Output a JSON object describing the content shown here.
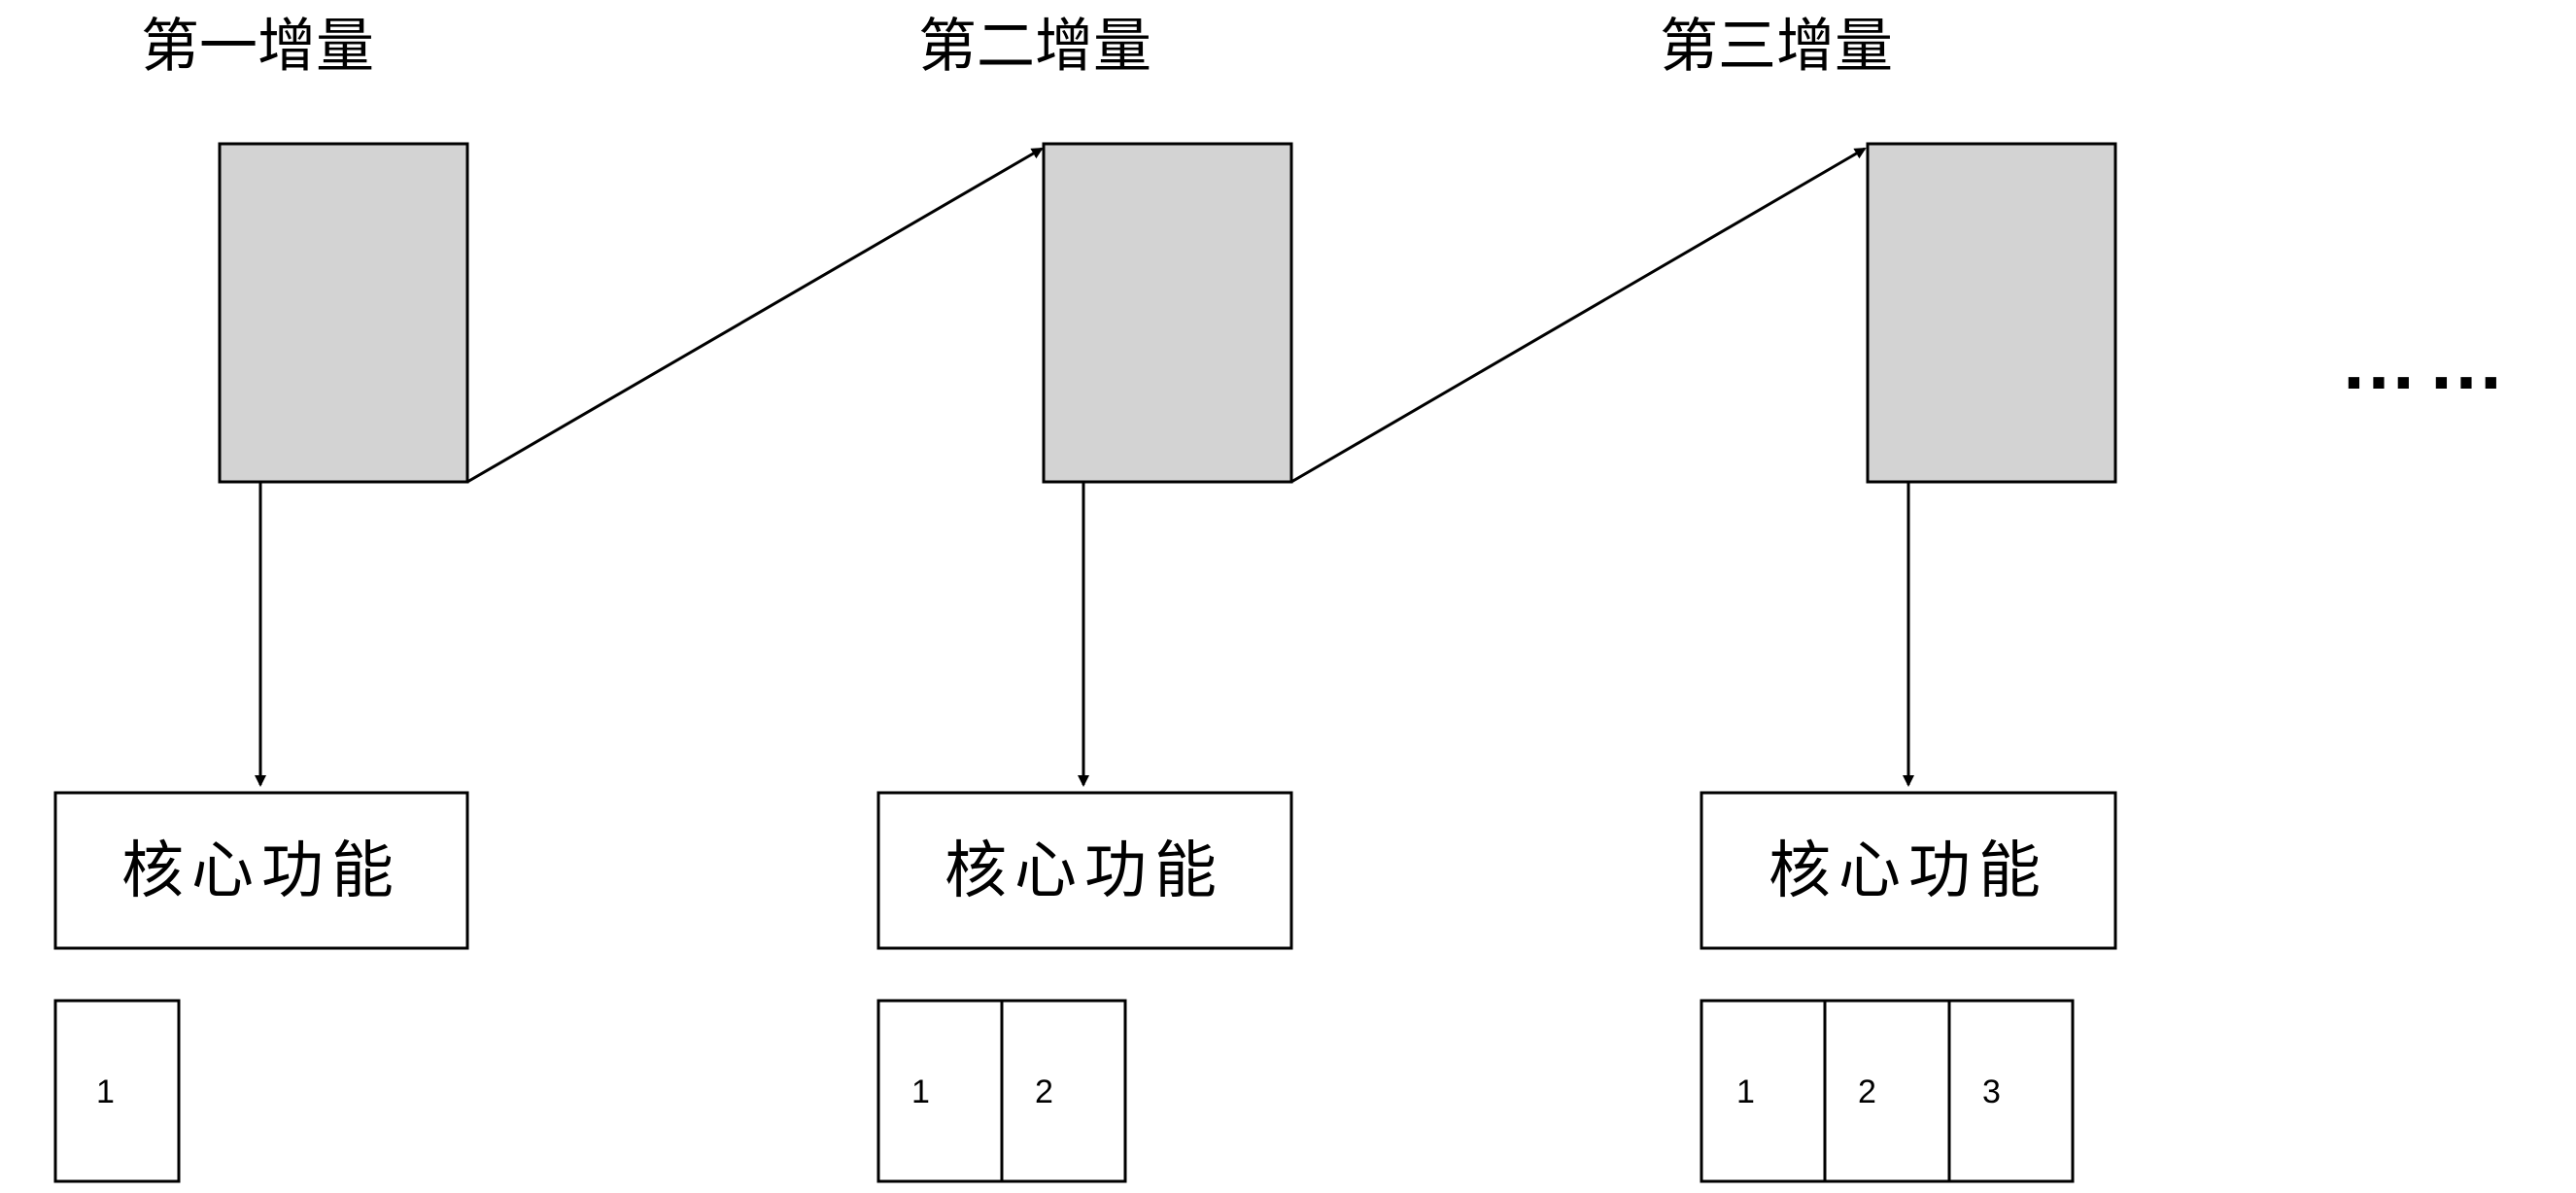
{
  "stages": [
    {
      "title": "第一增量",
      "core_label": "核心功能",
      "modules": [
        "1"
      ]
    },
    {
      "title": "第二增量",
      "core_label": "核心功能",
      "modules": [
        "1",
        "2"
      ]
    },
    {
      "title": "第三增量",
      "core_label": "核心功能",
      "modules": [
        "1",
        "2",
        "3"
      ]
    }
  ],
  "continuation": "……",
  "colors": {
    "increment_fill": "#d3d3d3",
    "stroke": "#000000",
    "background": "#ffffff"
  }
}
